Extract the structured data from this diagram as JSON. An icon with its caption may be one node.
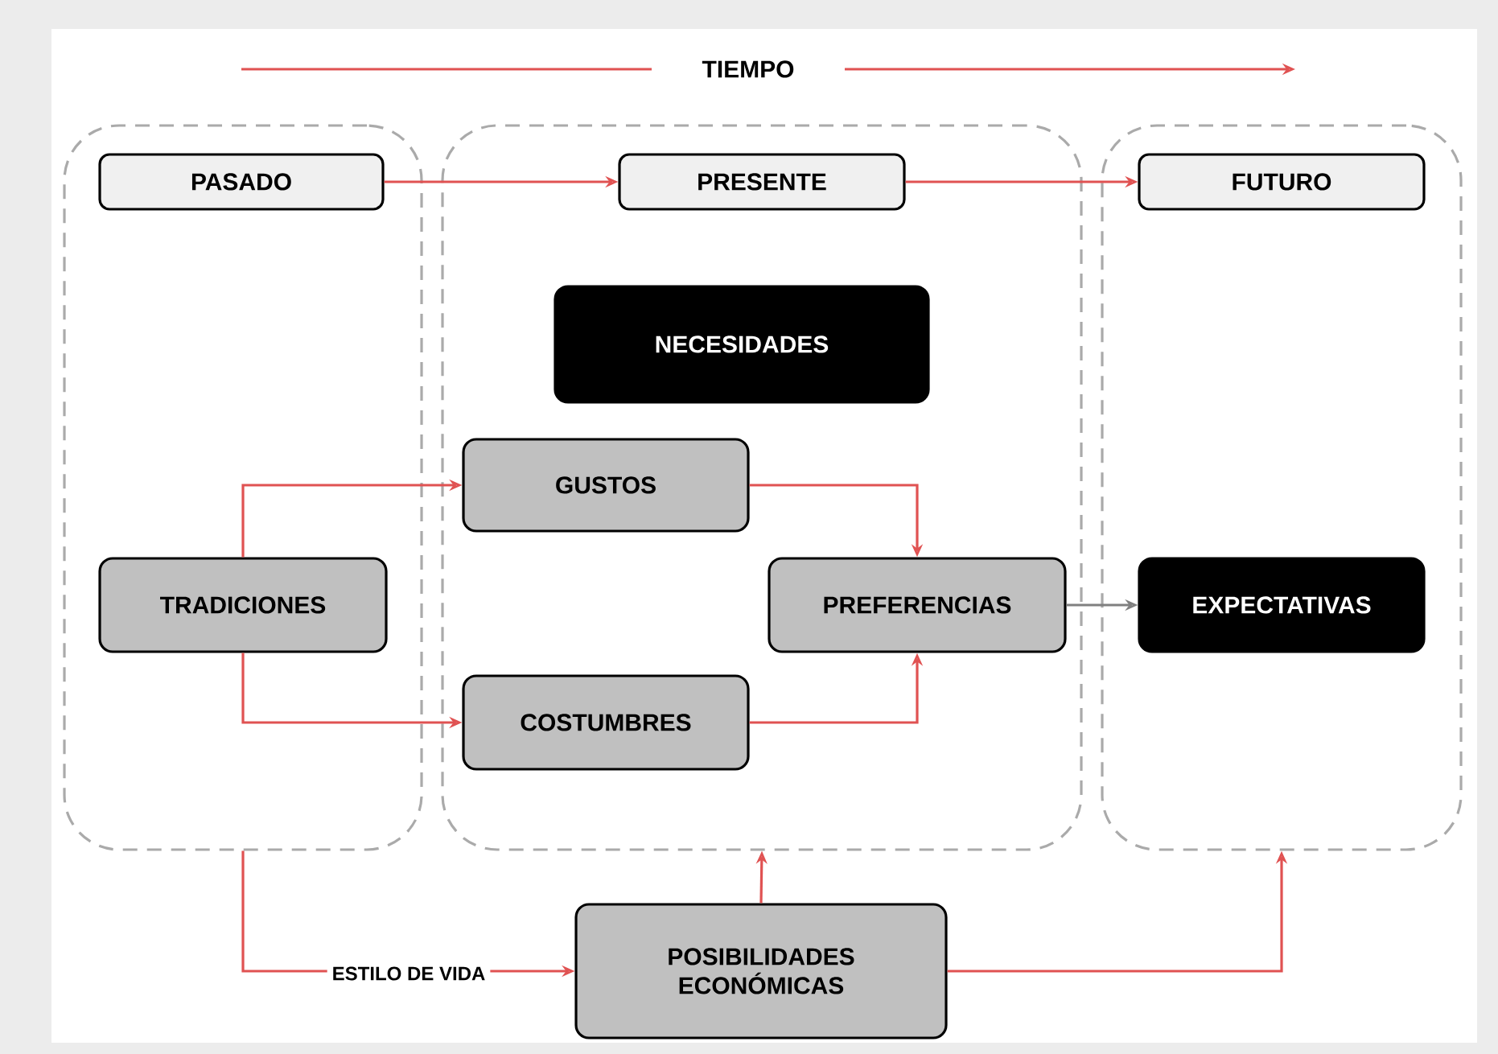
{
  "diagram": {
    "nodes": [
      {
        "text": [],
        "shape": "box"
      },
      {
        "text": [],
        "shape": "box"
      },
      {
        "text": [],
        "shape": "box"
      },
      {
        "text": [
          "PASADO"
        ],
        "in": 0
      },
      {
        "text": [
          "PRESENTE"
        ],
        "in": 1
      },
      {
        "text": [
          "FUTURO"
        ],
        "in": 2
      },
      {
        "text": [
          "NECESIDADES"
        ],
        "in": 1
      },
      {
        "text": [
          "GUSTOS"
        ],
        "in": 1
      },
      {
        "text": [
          "TRADICIONES"
        ],
        "in": 0
      },
      {
        "text": [
          "PREFERENCIAS"
        ],
        "in": 1
      },
      {
        "text": [
          "COSTUMBRES"
        ],
        "in": 1
      },
      {
        "text": [
          "EXPECTATIVAS"
        ],
        "in": 2
      },
      {
        "text": [
          "POSIBILIDADES ECONÓMICAS"
        ]
      }
    ],
    "edges": [
      {
        "from": 3,
        "to": 4,
        "arrow": "to"
      },
      {
        "from": 4,
        "to": 5,
        "arrow": "to"
      },
      {
        "from": 8,
        "to": 7,
        "arrow": "to"
      },
      {
        "from": 8,
        "to": 10,
        "arrow": "to"
      },
      {
        "from": 7,
        "to": 9,
        "arrow": "to"
      },
      {
        "from": 10,
        "to": 9,
        "arrow": "to"
      },
      {
        "from": 9,
        "to": 11,
        "arrow": "to",
        "color": "#808080"
      },
      {
        "from": 0,
        "to": 12,
        "arrow": "to",
        "label": "ESTILO DE VIDA"
      },
      {
        "from": 12,
        "to": 1,
        "arrow": "to"
      },
      {
        "from": 12,
        "to": 2,
        "arrow": "to"
      }
    ],
    "labels": [
      "TIEMPO"
    ]
  }
}
